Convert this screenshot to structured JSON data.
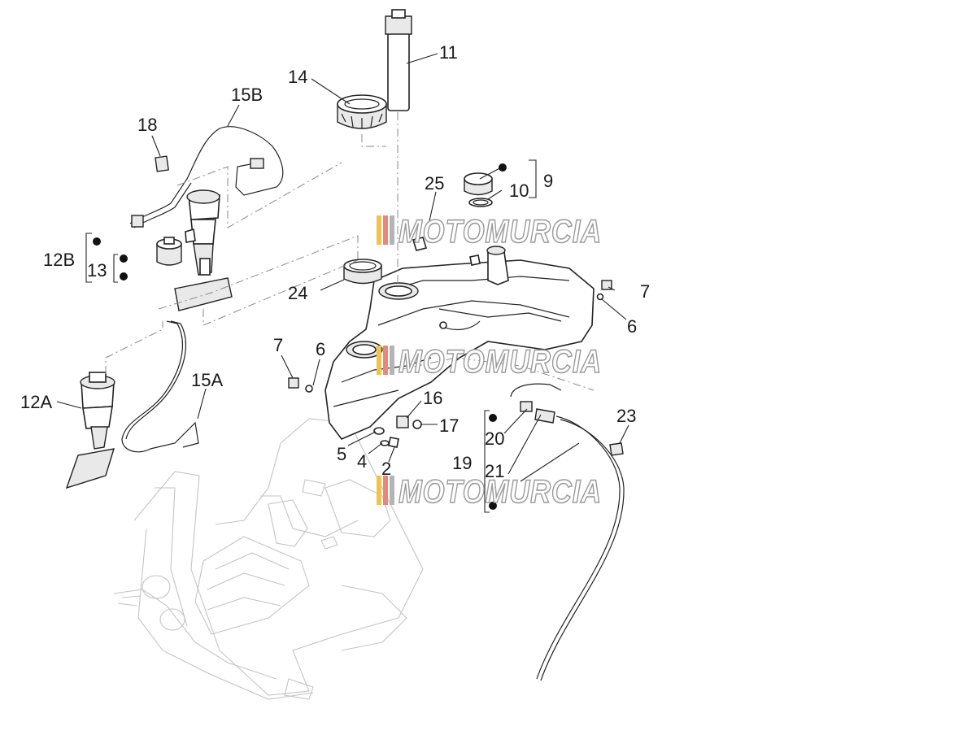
{
  "callouts": {
    "c2": "2",
    "c4": "4",
    "c5": "5",
    "c6a": "6",
    "c6b": "6",
    "c7a": "7",
    "c7b": "7",
    "c9": "9",
    "c10": "10",
    "c11": "11",
    "c12a": "12A",
    "c12b": "12B",
    "c13": "13",
    "c14": "14",
    "c15a": "15A",
    "c15b": "15B",
    "c16": "16",
    "c17": "17",
    "c18": "18",
    "c19": "19",
    "c20": "20",
    "c21": "21",
    "c23": "23",
    "c24": "24",
    "c25": "25"
  },
  "watermark": {
    "text": "MOTOMURCIA",
    "stripe_colors": [
      "#f2c14e",
      "#e8877a",
      "#b4b4b4"
    ]
  }
}
